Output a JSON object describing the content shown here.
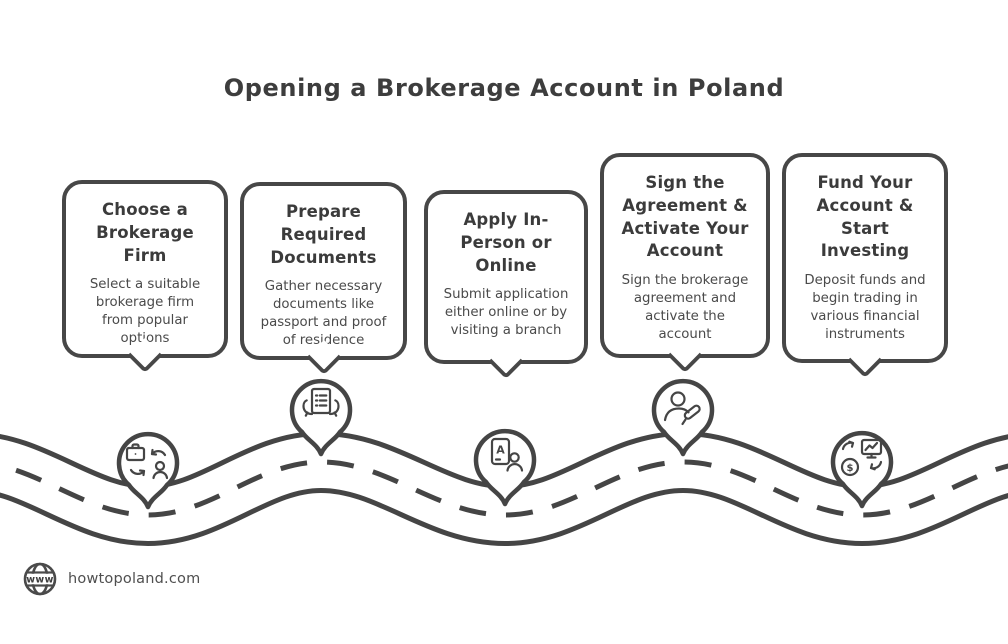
{
  "page": {
    "title": "Opening a Brokerage Account in Poland",
    "background_color": "#ffffff",
    "line_color": "#454545"
  },
  "steps": [
    {
      "title": "Choose a\nBrokerage\nFirm",
      "description": "Select a suitable\nbrokerage firm\nfrom popular\noptions",
      "icon": "briefcase-person-exchange-icon"
    },
    {
      "title": "Prepare\nRequired\nDocuments",
      "description": "Gather necessary\ndocuments like\npassport and proof\nof residence",
      "icon": "hands-holding-document-icon"
    },
    {
      "title": "Apply In-\nPerson or\nOnline",
      "description": "Submit application\neither online or by\nvisiting a branch",
      "icon": "application-card-person-icon"
    },
    {
      "title": "Sign the\nAgreement &\nActivate Your\nAccount",
      "description": "Sign the brokerage\nagreement and\nactivate the\naccount",
      "icon": "person-signing-pen-icon"
    },
    {
      "title": "Fund Your\nAccount &\nStart\nInvesting",
      "description": "Deposit funds and\nbegin trading in\nvarious financial\ninstruments",
      "icon": "money-investment-exchange-icon"
    }
  ],
  "footer": {
    "site_label": "howtopoland.com",
    "icon": "www-globe-icon"
  }
}
